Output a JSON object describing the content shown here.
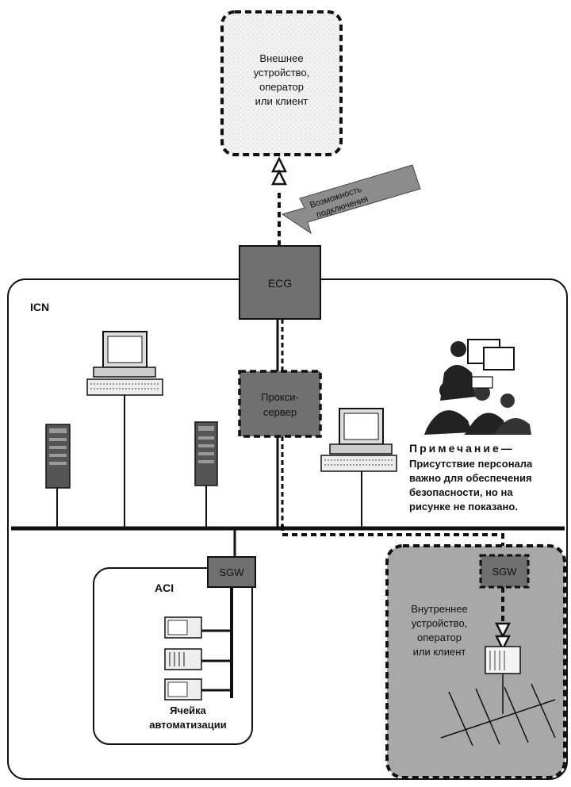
{
  "external_device": {
    "lines": [
      "Внешнее",
      "устройство,",
      "оператор",
      "или клиент"
    ]
  },
  "connection_arrow": {
    "lines": [
      "Возможность",
      "подключения"
    ]
  },
  "ecg": {
    "label": "ECG"
  },
  "icn": {
    "label": "ICN"
  },
  "proxy": {
    "lines": [
      "Прокси-",
      "сервер"
    ]
  },
  "note": {
    "title": "Примечание—",
    "lines": [
      "Присутствие персонала",
      "важно для обеспечения",
      "безопасности, но на",
      "рисунке не показано."
    ]
  },
  "sgw_left": {
    "label": "SGW"
  },
  "sgw_right": {
    "label": "SGW"
  },
  "aci": {
    "label": "ACI",
    "cell_lines": [
      "Ячейка",
      "автоматизации"
    ]
  },
  "internal_device": {
    "lines": [
      "Внутреннее",
      "устройство,",
      "оператор",
      "или клиент"
    ]
  },
  "colors": {
    "box_gray": "#707070",
    "internal_zone": "#a8a8a8",
    "dashed_border": "#111111"
  }
}
